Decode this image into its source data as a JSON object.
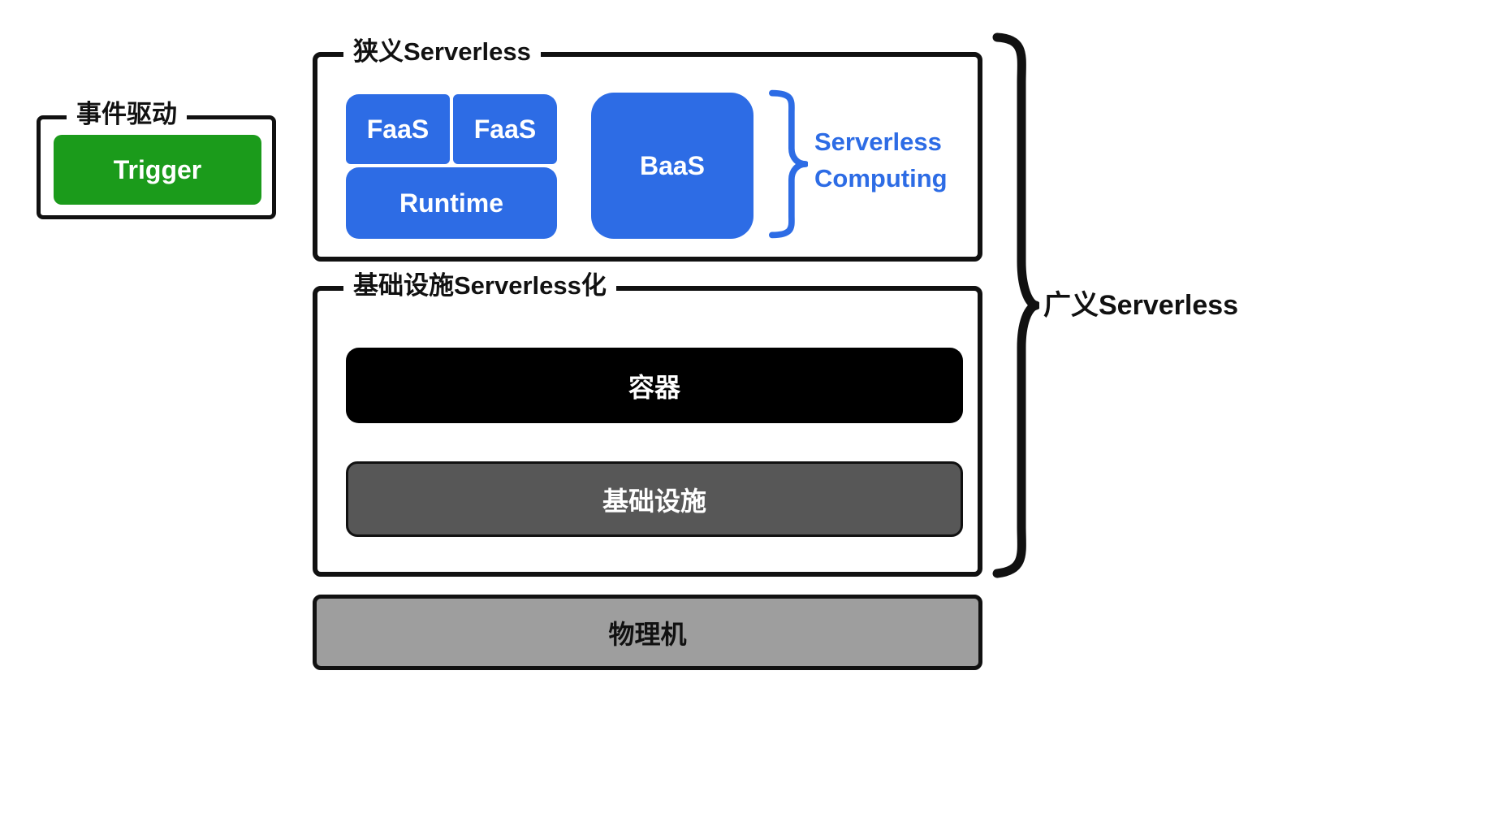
{
  "colors": {
    "blue": "#2d6ce5",
    "green": "#1b9b1b",
    "ink": "#111111",
    "dark-gray": "#575757",
    "gray": "#9e9e9e"
  },
  "event_driven": {
    "label": "事件驱动",
    "trigger": "Trigger"
  },
  "narrow_serverless": {
    "label": "狭义Serverless",
    "faas_left": "FaaS",
    "faas_right": "FaaS",
    "runtime": "Runtime",
    "baas": "BaaS",
    "brace_label": "Serverless\nComputing"
  },
  "infra_serverless": {
    "label": "基础设施Serverless化",
    "container": "容器",
    "infrastructure": "基础设施"
  },
  "physical_machine": "物理机",
  "broad_serverless": "广义Serverless"
}
